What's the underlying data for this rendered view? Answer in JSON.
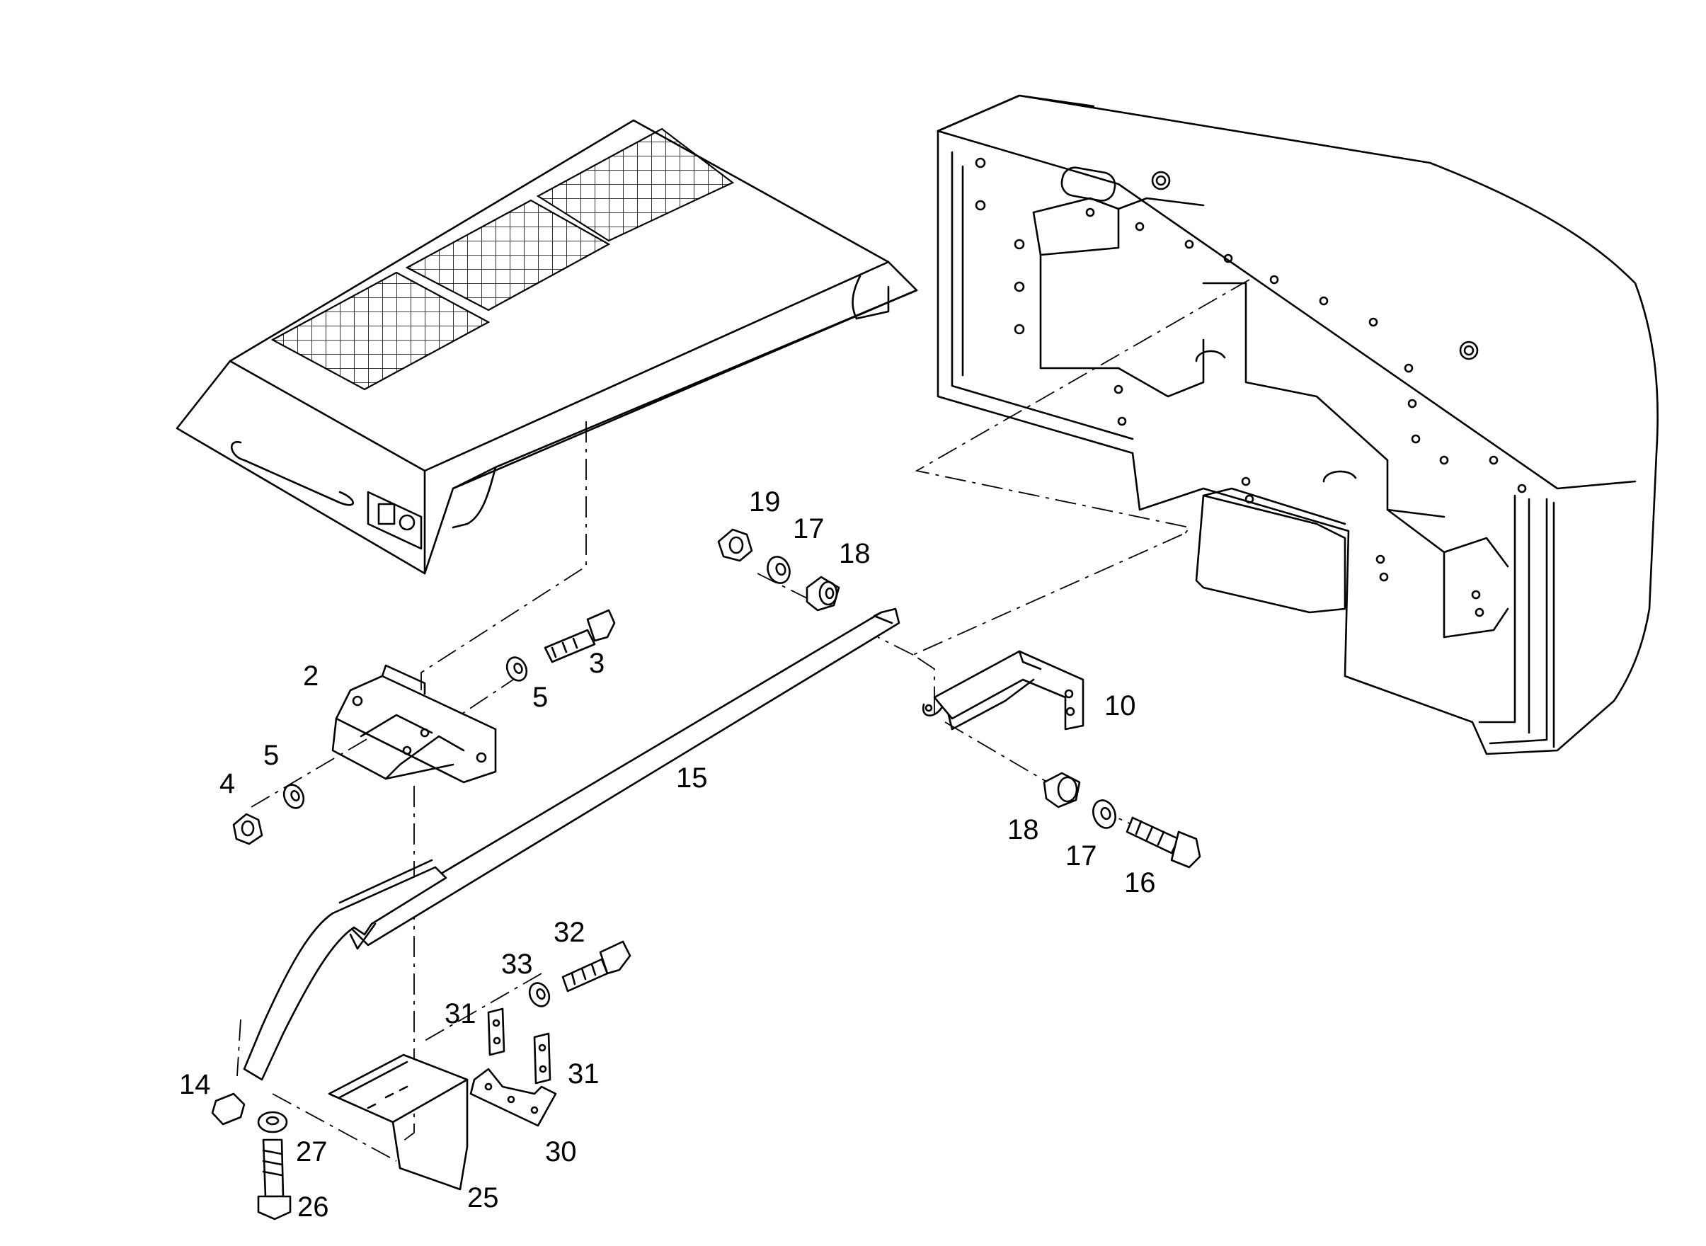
{
  "diagram": {
    "type": "exploded-parts-diagram",
    "callouts": [
      {
        "id": "c2",
        "text": "2"
      },
      {
        "id": "c3",
        "text": "3"
      },
      {
        "id": "c4",
        "text": "4"
      },
      {
        "id": "c5a",
        "text": "5"
      },
      {
        "id": "c5b",
        "text": "5"
      },
      {
        "id": "c10",
        "text": "10"
      },
      {
        "id": "c14",
        "text": "14"
      },
      {
        "id": "c15",
        "text": "15"
      },
      {
        "id": "c16",
        "text": "16"
      },
      {
        "id": "c17a",
        "text": "17"
      },
      {
        "id": "c17b",
        "text": "17"
      },
      {
        "id": "c18a",
        "text": "18"
      },
      {
        "id": "c18b",
        "text": "18"
      },
      {
        "id": "c19",
        "text": "19"
      },
      {
        "id": "c25",
        "text": "25"
      },
      {
        "id": "c26",
        "text": "26"
      },
      {
        "id": "c27",
        "text": "27"
      },
      {
        "id": "c30",
        "text": "30"
      },
      {
        "id": "c31a",
        "text": "31"
      },
      {
        "id": "c31b",
        "text": "31"
      },
      {
        "id": "c32",
        "text": "32"
      },
      {
        "id": "c33",
        "text": "33"
      }
    ]
  }
}
